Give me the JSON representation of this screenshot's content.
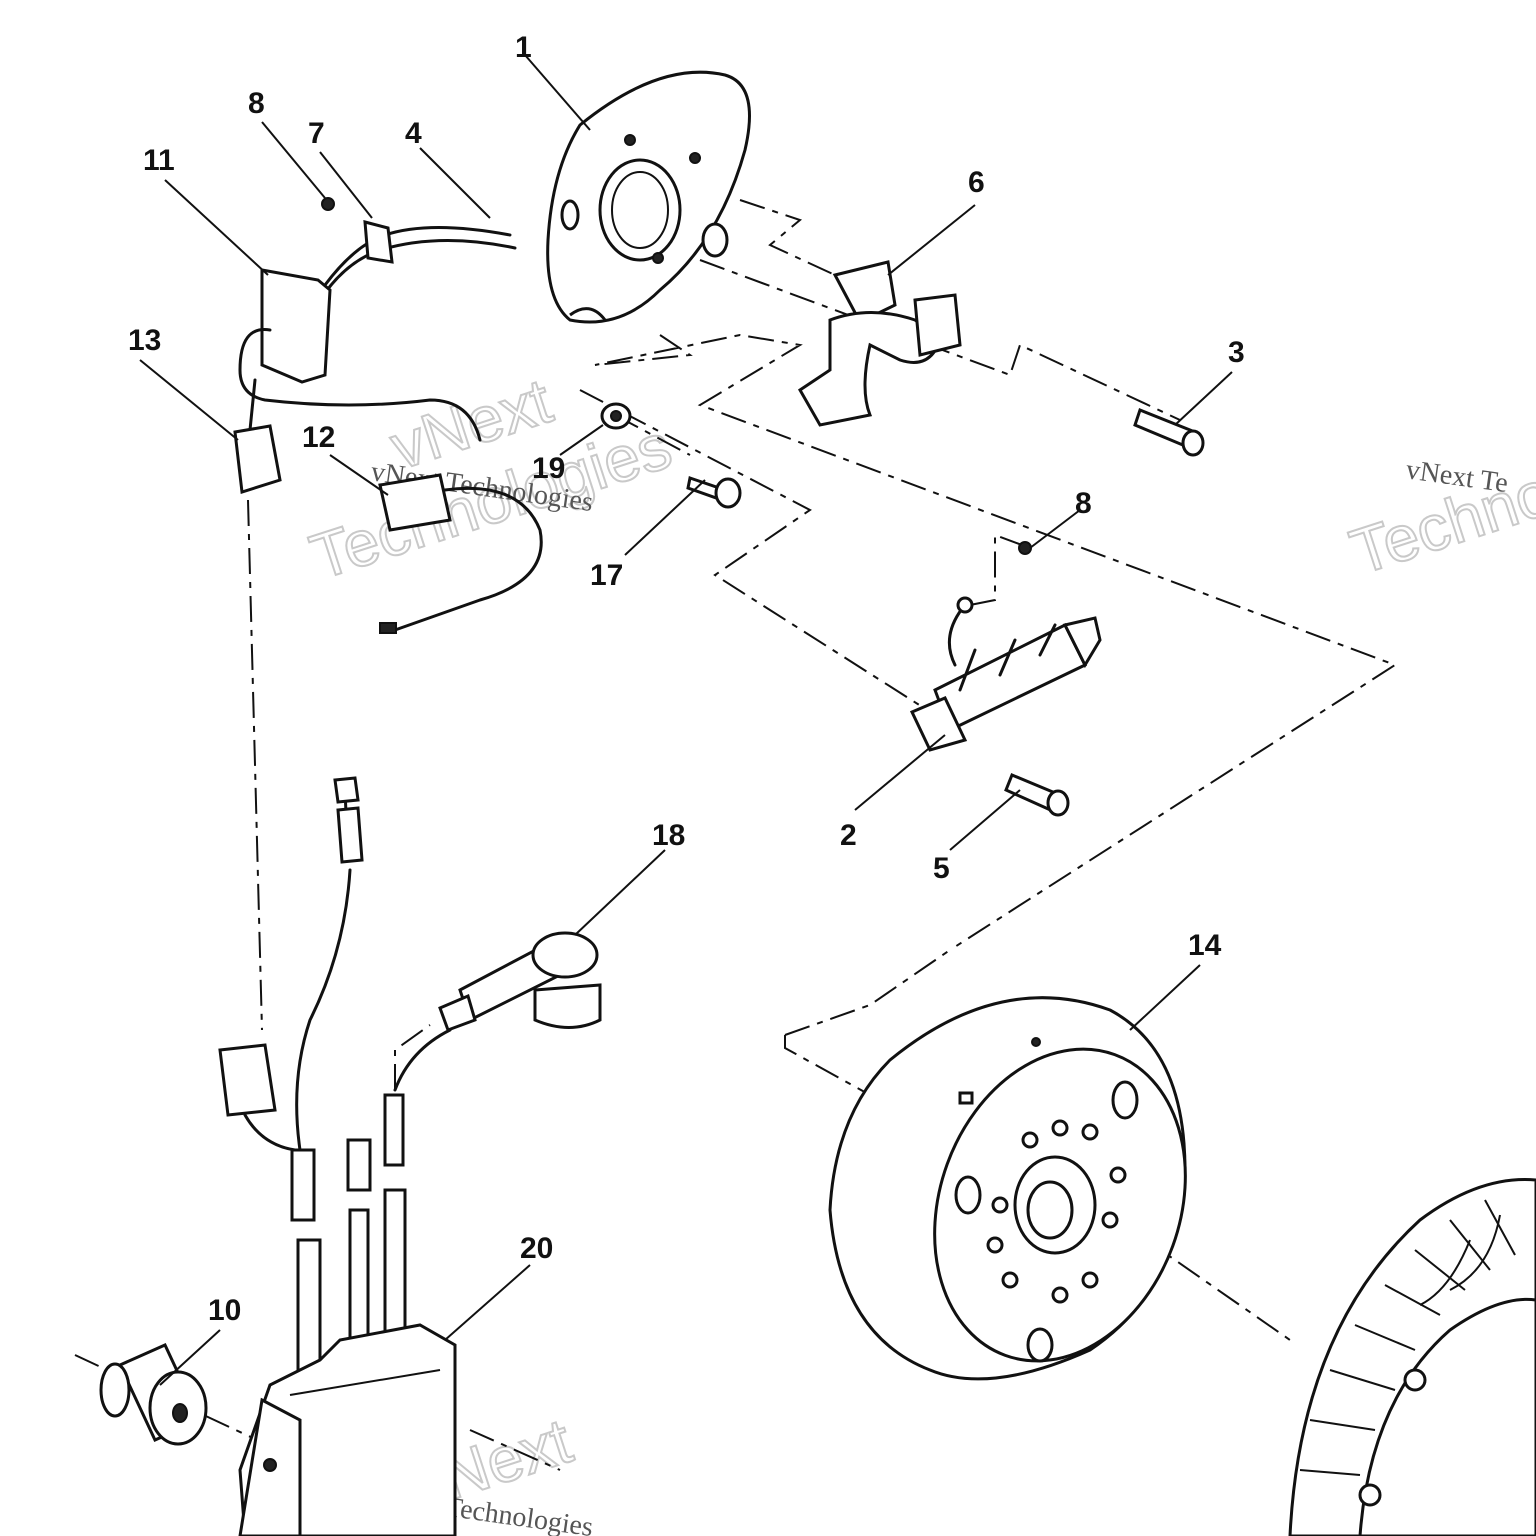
{
  "callouts": {
    "c1": "1",
    "c2": "2",
    "c3": "3",
    "c4": "4",
    "c5": "5",
    "c6": "6",
    "c7": "7",
    "c8a": "8",
    "c8b": "8",
    "c10": "10",
    "c11": "11",
    "c12": "12",
    "c13": "13",
    "c14": "14",
    "c17": "17",
    "c18": "18",
    "c19": "19",
    "c20": "20"
  },
  "watermark": {
    "brand": "vNext",
    "word": "Technologies",
    "full": "vNext Technologies",
    "partial_right": "vNext Te",
    "partial_right_big": "Techno"
  }
}
